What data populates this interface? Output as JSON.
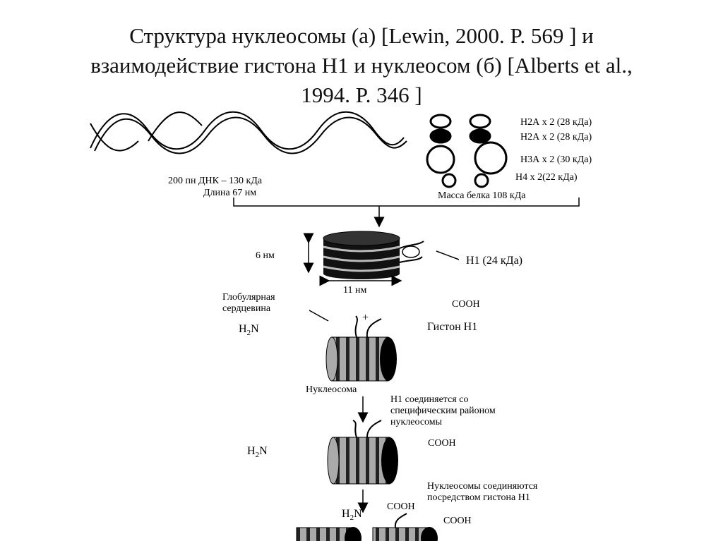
{
  "title": {
    "line1": "Структура нуклеосомы (а) [Lewin,  2000. P. 569 ] и",
    "line2": "взаимодействие гистона Н1   и нуклеосом  (б) [Alberts et al.,",
    "line3": "1994. P. 346 ]"
  },
  "diagram_a": {
    "dna_label_1": "200 пн ДНК – 130 кДа",
    "dna_label_2": "Длина 67 нм",
    "histones": [
      {
        "label": "Н2А х 2 (28 кДа)",
        "fill": "white"
      },
      {
        "label": "Н2А х 2 (28 кДа)",
        "fill": "black"
      },
      {
        "label": "Н3А х 2 (30 кДа)",
        "fill": "white"
      },
      {
        "label": "Н4 х 2(22 кДа)",
        "fill": "white"
      }
    ],
    "protein_mass": "Масса белка 108 кДа",
    "height_label": "6 нм",
    "width_label": "11 нм",
    "h1_label": "Н1 (24 кДа)"
  },
  "diagram_b": {
    "core_label_1": "Глобулярная",
    "core_label_2": "сердцевина",
    "h2n_1": "H",
    "h2n_sub": "2",
    "h2n_n": "N",
    "cooh": "СООН",
    "plus": "+",
    "histone_h1": "Гистон Н1",
    "nucleosome": "Нуклеосома",
    "step1_1": "Н1 соединяется со",
    "step1_2": "специфическим  районом",
    "step1_3": "нуклеосомы",
    "step2_1": "Нуклеосомы соединяются",
    "step2_2": "посредством  гистона Н1"
  }
}
